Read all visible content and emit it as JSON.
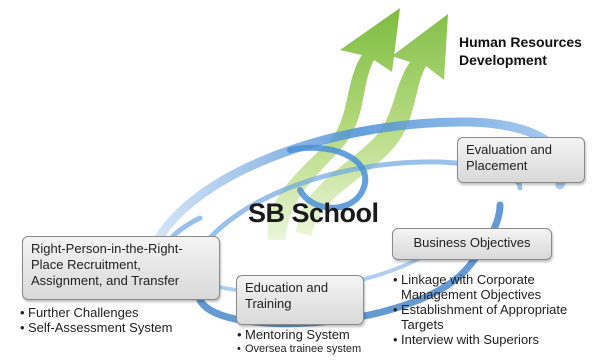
{
  "diagram": {
    "heading": "Human Resources Development",
    "center": "SB School",
    "boxes": {
      "evaluation": "Evaluation and Placement",
      "business": "Business Objectives",
      "education": "Education and Training",
      "recruitment": "Right-Person-in-the-Right-Place Recruitment, Assignment, and Transfer"
    },
    "bullets": {
      "recruitment": [
        "Further Challenges",
        "Self-Assessment System"
      ],
      "education": [
        "Mentoring System",
        "Oversea trainee system"
      ],
      "business": [
        "Linkage with Corporate Management Objectives",
        "Establishment of Appropriate Targets",
        "Interview with Superiors"
      ]
    },
    "colors": {
      "arrow_green": "#8cc63f",
      "swirl_blue": "#4a8fd6",
      "box_border": "#8a8a8a"
    }
  }
}
